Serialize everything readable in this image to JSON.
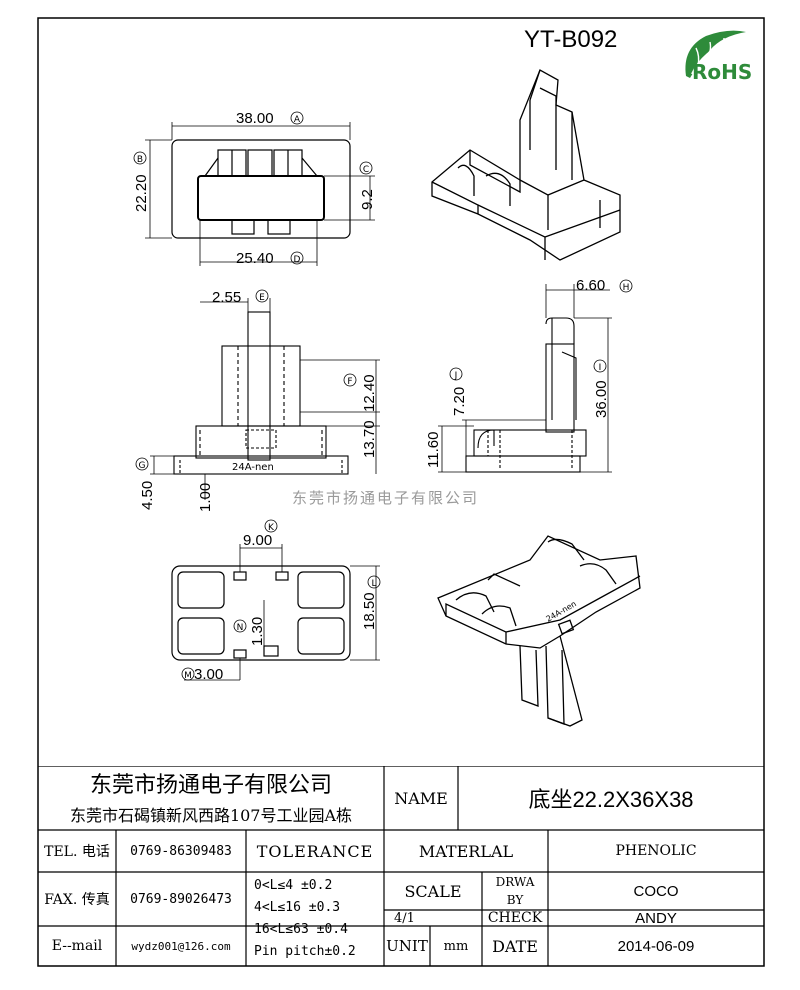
{
  "header": {
    "model": "YT-B092",
    "rohs_label": "RoHS"
  },
  "watermark": "东莞市扬通电子有限公司",
  "dimensions": {
    "top_width": "38.00",
    "top_width_tag": "A",
    "top_height": "22.20",
    "top_height_tag": "B",
    "top_slot": "9.2",
    "top_slot_tag": "C",
    "top_inner": "25.40",
    "top_inner_tag": "D",
    "pin_width": "2.55",
    "pin_width_tag": "E",
    "pin_height": "12.40",
    "pin_height_tag": "F",
    "body_height": "13.70",
    "flange": "4.50",
    "flange_tag": "G",
    "base_step": "1.00",
    "side_depth": "6.60",
    "side_depth_tag": "H",
    "side_total": "36.00",
    "side_total_tag": "I",
    "side_notch": "7.20",
    "side_notch_tag": "J",
    "side_base": "11.60",
    "bottom_pitch": "9.00",
    "bottom_pitch_tag": "K",
    "bottom_height": "18.50",
    "bottom_height_tag": "L",
    "bottom_slot": "1.30",
    "bottom_slot_tag": "N",
    "bottom_pin": "3.00",
    "bottom_pin_tag": "M",
    "part_marking": "24A-nen"
  },
  "title_block": {
    "company": "东莞市扬通电子有限公司",
    "address": "东莞市石碣镇新风西路107号工业园A栋",
    "name_label": "NAME",
    "name_value": "底坐22.2X36X38",
    "tel_label": "TEL. 电话",
    "tel_value": "0769-86309483",
    "tolerance_label": "TOLERANCE",
    "material_label": "MATERLAL",
    "material_value": "PHENOLIC",
    "fax_label": "FAX. 传真",
    "fax_value": "0769-89026473",
    "tol_1": "0<L≤4   ±0.2",
    "tol_2": "4<L≤16  ±0.3",
    "tol_3": "16<L≤63 ±0.4",
    "tol_4": "Pin pitch±0.2",
    "scale_label": "SCALE",
    "scale_value": "4/1",
    "drwa_label_1": "DRWA",
    "drwa_label_2": "BY",
    "drwa_value": "COCO",
    "check_label": "CHECK",
    "check_value": "ANDY",
    "email_label": "E--mail",
    "email_value": "wydz001@126.com",
    "unit_label": "UNIT",
    "unit_value": "mm",
    "date_label": "DATE",
    "date_value": "2014-06-09"
  },
  "colors": {
    "rohs_green": "#2e8b3a",
    "line": "#000000",
    "watermark": "#9a9a9a"
  }
}
